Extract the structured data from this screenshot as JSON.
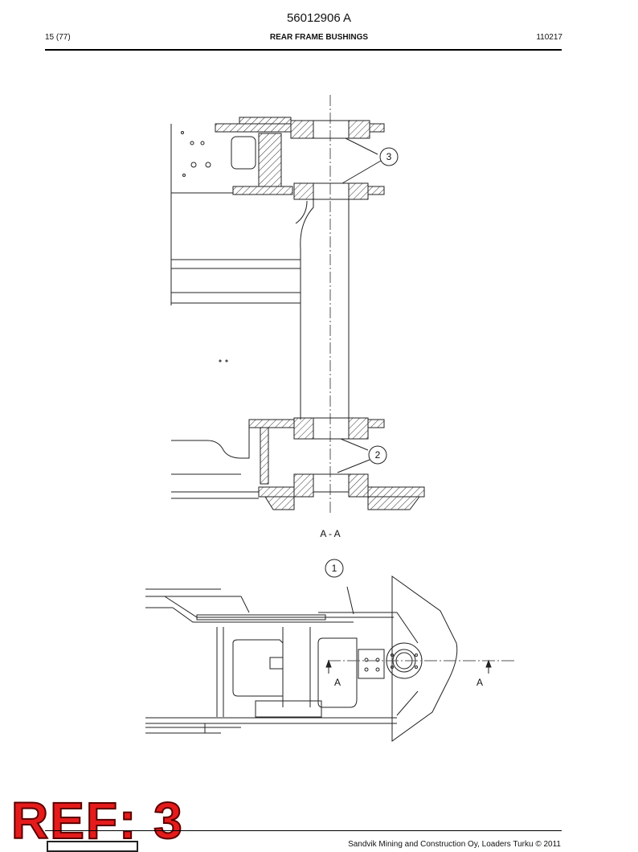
{
  "header": {
    "doc_number": "56012906 A",
    "page": "15 (77)",
    "title": "REAR FRAME BUSHINGS",
    "code": "110217"
  },
  "drawing": {
    "section_label": "A - A",
    "callouts": [
      "3",
      "2",
      "1"
    ],
    "section_marks": [
      "A",
      "A"
    ]
  },
  "footer": {
    "copyright": "Sandvik Mining and Construction Oy, Loaders Turku © 2011"
  },
  "stamp": {
    "ref_text": "REF: 3"
  },
  "colors": {
    "stamp_fill": "#e51b1b",
    "line": "#222222"
  }
}
